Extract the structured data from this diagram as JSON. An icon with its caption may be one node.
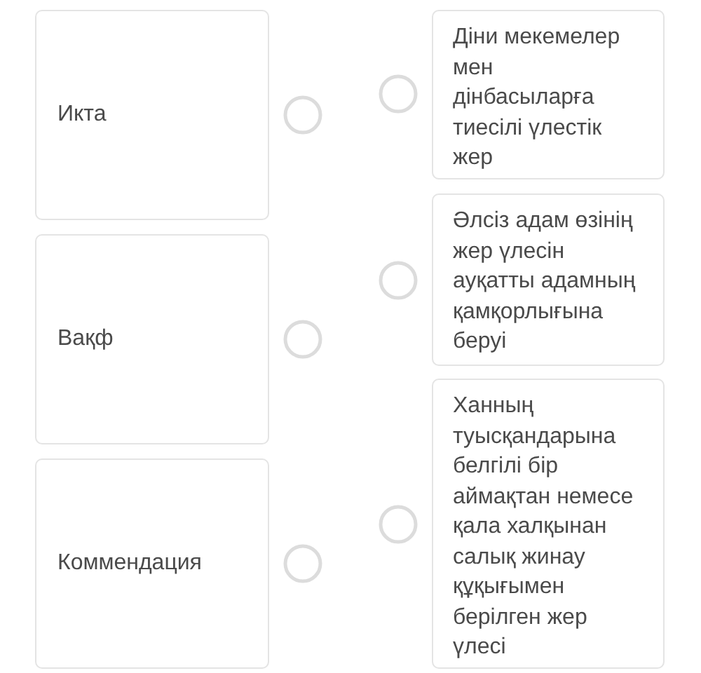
{
  "diagram": {
    "nodes": [
      {
        "text": [
          "Икта"
        ]
      },
      {
        "text": [
          "Вақф"
        ]
      },
      {
        "text": [
          "Коммендация"
        ]
      },
      {
        "text": [
          "Діни мекемелер мен дінбасыларға тиесілі үлестік жер"
        ]
      },
      {
        "text": [
          "Әлсіз адам өзінің жер үлесін ауқатты адамның қамқорлығына беруі"
        ]
      },
      {
        "text": [
          "Ханның туысқандарына белгілі бір аймақтан немесе қала халқынан салық жинау құқығымен берілген жер үлесі"
        ]
      }
    ],
    "edges": []
  }
}
